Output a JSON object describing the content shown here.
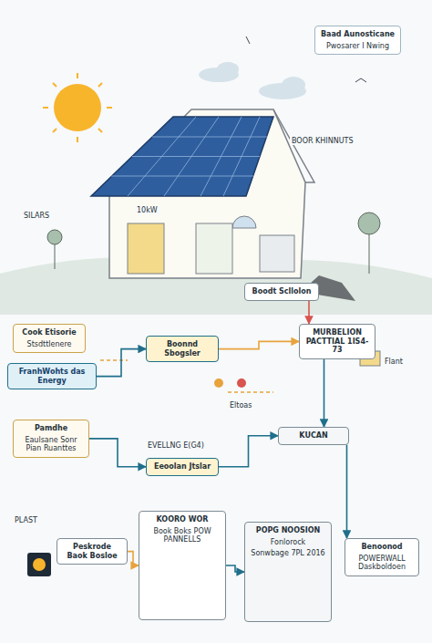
{
  "diagram": {
    "nodes": [
      {
        "text": [
          "Baad Aunosticane",
          "Pwosarer I Nwing"
        ]
      },
      {
        "text": [
          "Cook Etisorie",
          "Stsdttlenere"
        ]
      },
      {
        "text": [
          "FranhWohts das Energy"
        ]
      },
      {
        "text": [
          "Pamdhe",
          "Eaulsane Sonr Pian Ruanttes"
        ]
      },
      {
        "text": [
          "Peskrode Baok Bosloe"
        ]
      },
      {
        "text": [
          "Boonnd Sbogsler"
        ]
      },
      {
        "text": [
          "Eeoolan Jtslar"
        ]
      },
      {
        "text": [
          "MURBELION PACTTIAL 1IS4-73"
        ]
      },
      {
        "text": [
          "KUCAN"
        ]
      },
      {
        "text": [
          "KOORO WOR",
          "Book Boks POW PANNELLS"
        ]
      },
      {
        "text": [
          "POPG NOOSION",
          "Fonlorock",
          "Sonwbage 7PL 2016"
        ]
      },
      {
        "text": [
          "Benoonod",
          "POWERWALL Daskboldoen"
        ]
      },
      {
        "text": [
          "Boodt Scllolon"
        ]
      }
    ],
    "edges": [
      {
        "from": 12,
        "to": 7,
        "arrow": "to"
      },
      {
        "from": 2,
        "to": 5,
        "arrow": "to"
      },
      {
        "from": 5,
        "to": 7,
        "arrow": "to"
      },
      {
        "from": 3,
        "to": 6,
        "arrow": "to"
      },
      {
        "from": 6,
        "to": 8,
        "arrow": "to"
      },
      {
        "from": 7,
        "to": 8,
        "arrow": "to"
      },
      {
        "from": 4,
        "to": 9,
        "arrow": "to"
      },
      {
        "from": 9,
        "to": 10,
        "arrow": "to"
      },
      {
        "from": 8,
        "to": 11,
        "arrow": "to"
      }
    ],
    "labels": [
      "BOOR KHINNUTS",
      "SILARS",
      "10kW",
      "PLAST",
      "Flant",
      "Eltoas",
      "EVELLNG E(G4)"
    ]
  }
}
